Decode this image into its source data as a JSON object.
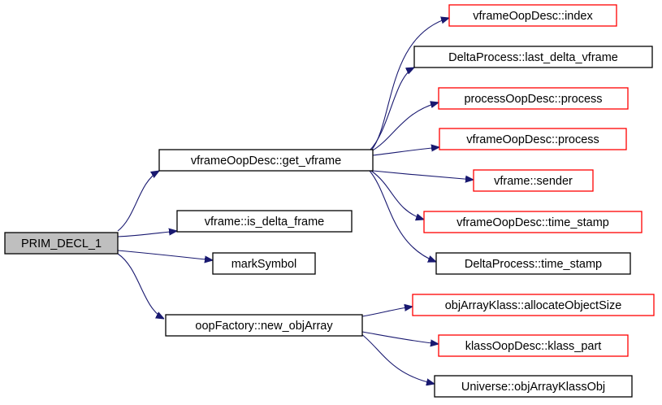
{
  "colors": {
    "edge": "#191970",
    "root_fill": "#bfbfbf",
    "documented_border": "#000000",
    "undocumented_border": "#ff0000"
  },
  "nodes": {
    "prim_decl_1": {
      "label": "PRIM_DECL_1",
      "border": "black",
      "root": true
    },
    "get_vframe": {
      "label": "vframeOopDesc::get_vframe",
      "border": "black"
    },
    "is_delta_frame": {
      "label": "vframe::is_delta_frame",
      "border": "black"
    },
    "mark_symbol": {
      "label": "markSymbol",
      "border": "black"
    },
    "new_objarray": {
      "label": "oopFactory::new_objArray",
      "border": "black"
    },
    "index": {
      "label": "vframeOopDesc::index",
      "border": "red"
    },
    "last_delta_vframe": {
      "label": "DeltaProcess::last_delta_vframe",
      "border": "black"
    },
    "process_oop_process": {
      "label": "processOopDesc::process",
      "border": "red"
    },
    "vframe_oop_process": {
      "label": "vframeOopDesc::process",
      "border": "red"
    },
    "sender": {
      "label": "vframe::sender",
      "border": "red"
    },
    "vframe_time_stamp": {
      "label": "vframeOopDesc::time_stamp",
      "border": "red"
    },
    "delta_time_stamp": {
      "label": "DeltaProcess::time_stamp",
      "border": "black"
    },
    "allocate_object_size": {
      "label": "objArrayKlass::allocateObjectSize",
      "border": "red"
    },
    "klass_part": {
      "label": "klassOopDesc::klass_part",
      "border": "red"
    },
    "objarray_klass_obj": {
      "label": "Universe::objArrayKlassObj",
      "border": "black"
    }
  },
  "edges": [
    {
      "from": "prim_decl_1",
      "to": "get_vframe"
    },
    {
      "from": "prim_decl_1",
      "to": "is_delta_frame"
    },
    {
      "from": "prim_decl_1",
      "to": "mark_symbol"
    },
    {
      "from": "prim_decl_1",
      "to": "new_objarray"
    },
    {
      "from": "get_vframe",
      "to": "index"
    },
    {
      "from": "get_vframe",
      "to": "last_delta_vframe"
    },
    {
      "from": "get_vframe",
      "to": "process_oop_process"
    },
    {
      "from": "get_vframe",
      "to": "vframe_oop_process"
    },
    {
      "from": "get_vframe",
      "to": "sender"
    },
    {
      "from": "get_vframe",
      "to": "vframe_time_stamp"
    },
    {
      "from": "get_vframe",
      "to": "delta_time_stamp"
    },
    {
      "from": "new_objarray",
      "to": "allocate_object_size"
    },
    {
      "from": "new_objarray",
      "to": "klass_part"
    },
    {
      "from": "new_objarray",
      "to": "objarray_klass_obj"
    }
  ]
}
